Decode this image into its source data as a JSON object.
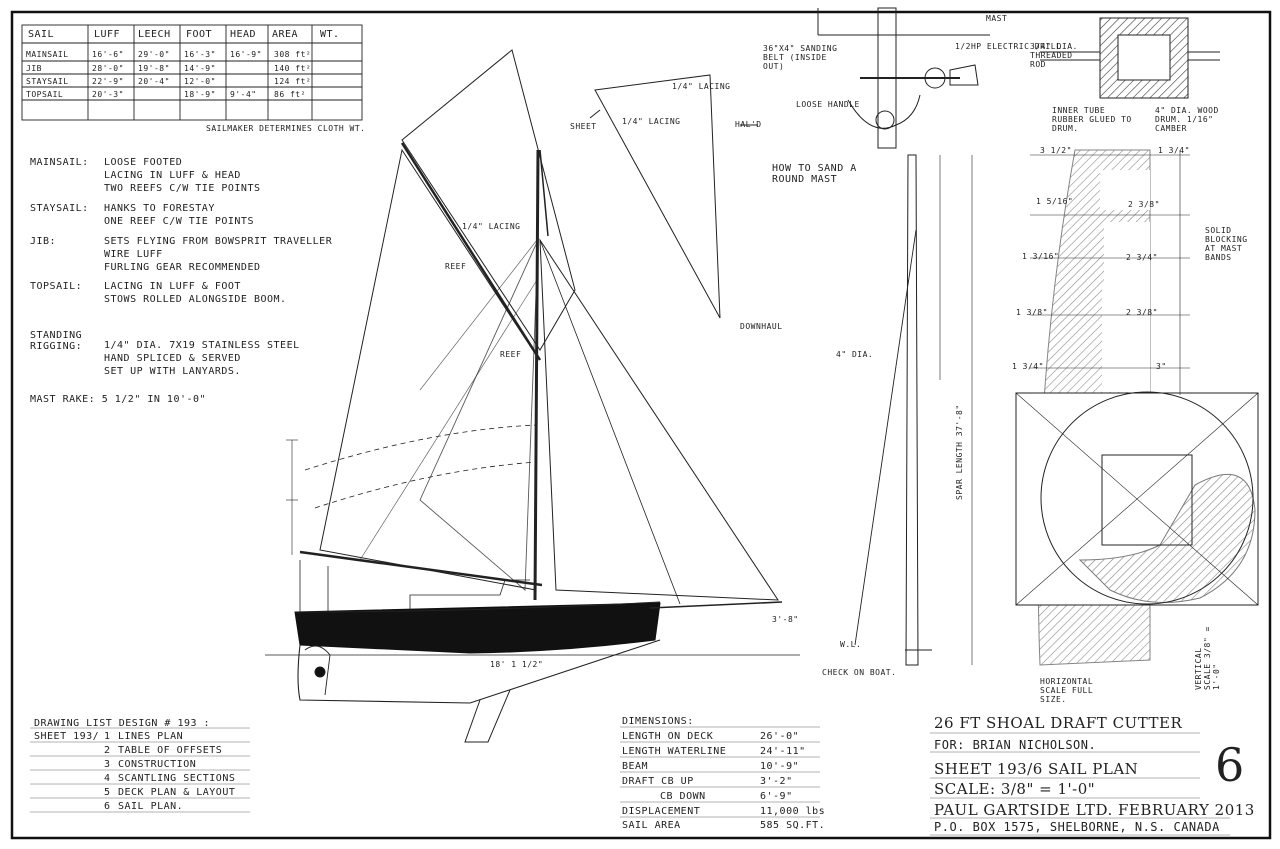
{
  "sail_table": {
    "headers": [
      "SAIL",
      "LUFF",
      "LEECH",
      "FOOT",
      "HEAD",
      "AREA",
      "WT."
    ],
    "rows": [
      [
        "MAINSAIL",
        "16'-6\"",
        "29'-0\"",
        "16'-3\"",
        "16'-9\"",
        "308 ft²",
        ""
      ],
      [
        "JIB",
        "28'-0\"",
        "19'-8\"",
        "14'-9\"",
        "",
        "140 ft²",
        ""
      ],
      [
        "STAYSAIL",
        "22'-9\"",
        "20'-4\"",
        "12'-0\"",
        "",
        "124 ft²",
        ""
      ],
      [
        "TOPSAIL",
        "20'-3\"",
        "",
        "18'-9\"",
        "9'-4\"",
        "86 ft²",
        ""
      ]
    ],
    "footnote": "SAILMAKER DETERMINES CLOTH WT."
  },
  "notes": [
    {
      "label": "MAINSAIL:",
      "lines": [
        "LOOSE FOOTED",
        "LACING IN LUFF & HEAD",
        "TWO REEFS C/W TIE POINTS"
      ]
    },
    {
      "label": "STAYSAIL:",
      "lines": [
        "HANKS TO FORESTAY",
        "ONE REEF C/W TIE POINTS"
      ]
    },
    {
      "label": "JIB:",
      "lines": [
        "SETS FLYING FROM BOWSPRIT TRAVELLER",
        "WIRE LUFF",
        "FURLING GEAR RECOMMENDED"
      ]
    },
    {
      "label": "TOPSAIL:",
      "lines": [
        "LACING IN LUFF & FOOT",
        "STOWS ROLLED ALONGSIDE BOOM."
      ]
    },
    {
      "label": "STANDING RIGGING:",
      "lines": [
        "1/4\" DIA. 7X19 STAINLESS STEEL",
        "HAND SPLICED & SERVED",
        "SET UP WITH LANYARDS."
      ]
    }
  ],
  "mast_rake": "MAST RAKE:  5 1/2\" IN 10'-0\"",
  "drawing_list": {
    "title": "DRAWING LIST  DESIGN # 193 :",
    "sheet_prefix": "SHEET  193/",
    "items": [
      {
        "num": "1",
        "name": "LINES PLAN"
      },
      {
        "num": "2",
        "name": "TABLE OF OFFSETS"
      },
      {
        "num": "3",
        "name": "CONSTRUCTION"
      },
      {
        "num": "4",
        "name": "SCANTLING SECTIONS"
      },
      {
        "num": "5",
        "name": "DECK PLAN & LAYOUT"
      },
      {
        "num": "6",
        "name": "SAIL PLAN."
      }
    ]
  },
  "dimensions": {
    "title": "DIMENSIONS:",
    "rows": [
      {
        "label": "LENGTH ON DECK",
        "value": "26'-0\""
      },
      {
        "label": "LENGTH WATERLINE",
        "value": "24'-11\""
      },
      {
        "label": "BEAM",
        "value": "10'-9\""
      },
      {
        "label": "DRAFT  CB UP",
        "value": "3'-2\""
      },
      {
        "label": "CB DOWN",
        "value": "6'-9\""
      },
      {
        "label": "DISPLACEMENT",
        "value": "11,000 lbs"
      },
      {
        "label": "SAIL AREA",
        "value": "585 SQ.FT."
      }
    ]
  },
  "title_block": {
    "title": "26 FT  SHOAL DRAFT CUTTER",
    "for": "FOR:  BRIAN NICHOLSON.",
    "sheet": "SHEET  193/6  SAIL PLAN",
    "scale": "SCALE:  3/8\" = 1'-0\"",
    "company": "PAUL GARTSIDE LTD.  FEBRUARY 2013",
    "address": "P.O. BOX 1575, SHELBORNE, N.S.  CANADA",
    "sheet_number": "6"
  },
  "sanding_detail": {
    "labels": [
      "MAST",
      "36\"X4\" SANDING BELT (INSIDE OUT)",
      "1/2HP ELECTRIC DRILL",
      "3/4\" DIA. THREADED ROD",
      "LOOSE HANDLE",
      "INNER TUBE RUBBER GLUED TO DRUM.",
      "4\" DIA. WOOD DRUM. 1/16\" CAMBER",
      "HOW TO SAND A ROUND MAST"
    ]
  },
  "sail_labels": {
    "topsail_lacing": "1/4\" LACING",
    "topsail_lacing2": "1/4\" LACING",
    "sheet": "SHEET",
    "halyard": "HAL'D",
    "downhaul": "DOWNHAUL",
    "gaff_lacing": "1/4\" LACING",
    "reef": "REEF",
    "reef2": "REEF"
  },
  "mast_labels": {
    "dia": "4\" DIA.",
    "spar_length": "SPAR LENGTH  37'-8\"",
    "check_on_boat": "CHECK ON BOAT.",
    "wl": "W.L."
  },
  "section_labels": {
    "dims_left": [
      "3 1/2\"",
      "1 5/16\"",
      "1 3/16\"",
      "1 3/8\"",
      "1 3/4\""
    ],
    "dims_right": [
      "1 3/4\"",
      "2 3/8\"",
      "2 3/4\"",
      "2 3/8\"",
      "3\""
    ],
    "solid_blocking": "SOLID BLOCKING AT MAST BANDS",
    "horizontal_scale": "HORIZONTAL SCALE FULL SIZE.",
    "vertical_scale": "VERTICAL SCALE 3/8\" = 1'-0\""
  },
  "hull_labels": {
    "lwl": "18' 1 1/2\"",
    "bowsprit": "3'-8\""
  }
}
